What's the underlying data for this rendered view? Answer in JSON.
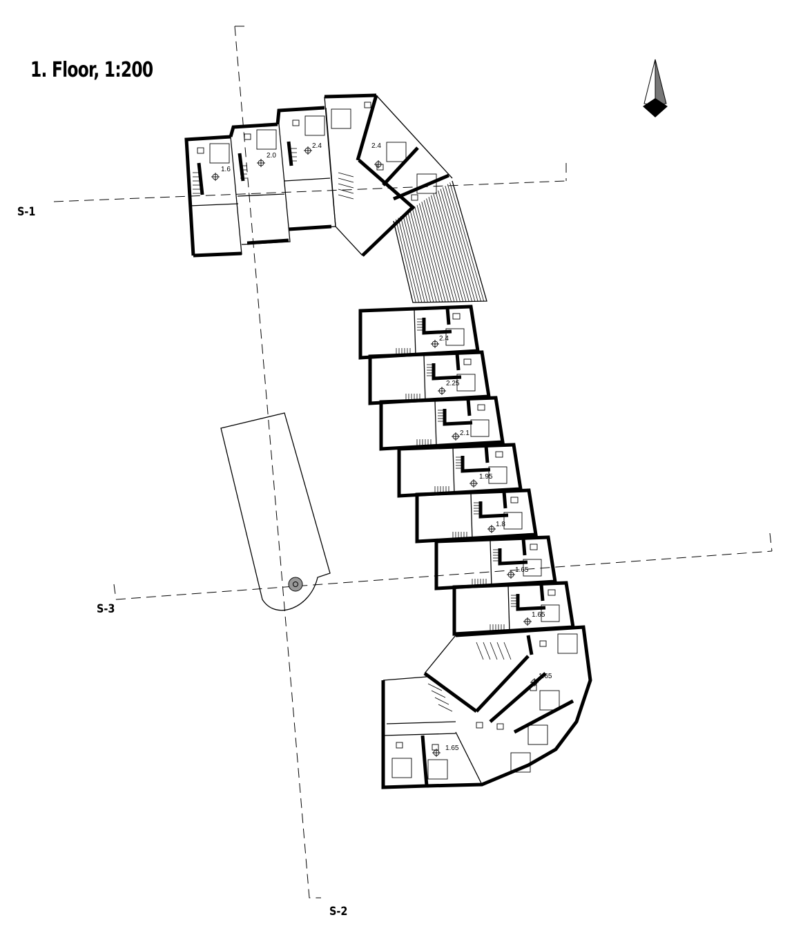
{
  "title": "1. Floor, 1:200",
  "sections": {
    "s1": "S-1",
    "s2": "S-2",
    "s3": "S-3"
  },
  "levels": {
    "north_1": "1.6",
    "north_2": "2.0",
    "north_3": "2.4",
    "north_4": "2.4",
    "mid_1": "2.4",
    "mid_2": "2.25",
    "mid_3": "2.1",
    "mid_4": "1.95",
    "mid_5": "1.8",
    "mid_6": "1.65",
    "mid_7": "1.65",
    "south_1": "1.65",
    "south_2": "1.65"
  },
  "icons": [
    "north-arrow-icon",
    "level-marker-icon",
    "bed-icon",
    "desk-chair-icon",
    "staircase-icon",
    "door-swing-icon",
    "column-icon"
  ],
  "colors": {
    "ink": "#000000",
    "paper": "#ffffff",
    "north_dark": "#222222",
    "north_light": "#bbbbbb",
    "column": "#999999"
  }
}
